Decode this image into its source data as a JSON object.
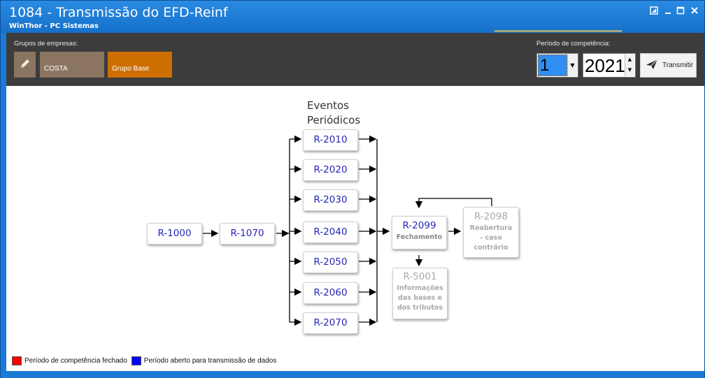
{
  "window": {
    "title": "1084 - Transmissão do EFD-Reinf",
    "subtitle": "WinThor - PC Sistemas",
    "controls": [
      "restore-icon",
      "minimize-icon",
      "maximize-icon",
      "close-icon"
    ]
  },
  "toolbar": {
    "groups_label": "Grupos de empresas:",
    "groups": [
      {
        "label": "COSTA",
        "color": "#8b7560"
      },
      {
        "label": "Grupo Base",
        "color": "#cf6e00"
      }
    ],
    "period_label": "Período de competência:",
    "month_value": "1",
    "year_value": "2021",
    "transmit_label": "Transmitir"
  },
  "diagram": {
    "events_title_line1": "Eventos",
    "events_title_line2": "Periódicos",
    "start_nodes": [
      "R-1000",
      "R-1070"
    ],
    "periodic_events": [
      "R-2010",
      "R-2020",
      "R-2030",
      "R-2040",
      "R-2050",
      "R-2060",
      "R-2070"
    ],
    "closing": {
      "code": "R-2099",
      "desc": "Fechamento"
    },
    "reopening": {
      "code": "R-2098",
      "desc_line1": "Reabertura",
      "desc_line2": "- caso",
      "desc_line3": "contrário"
    },
    "info": {
      "code": "R-5001",
      "desc_line1": "Informações",
      "desc_line2": "das bases e",
      "desc_line3": "dos tributos"
    }
  },
  "legend": {
    "closed_label": "Período de competência fechado",
    "closed_color": "#ff0000",
    "open_label": "Período aberto para transmissão de dados",
    "open_color": "#0000ff"
  }
}
